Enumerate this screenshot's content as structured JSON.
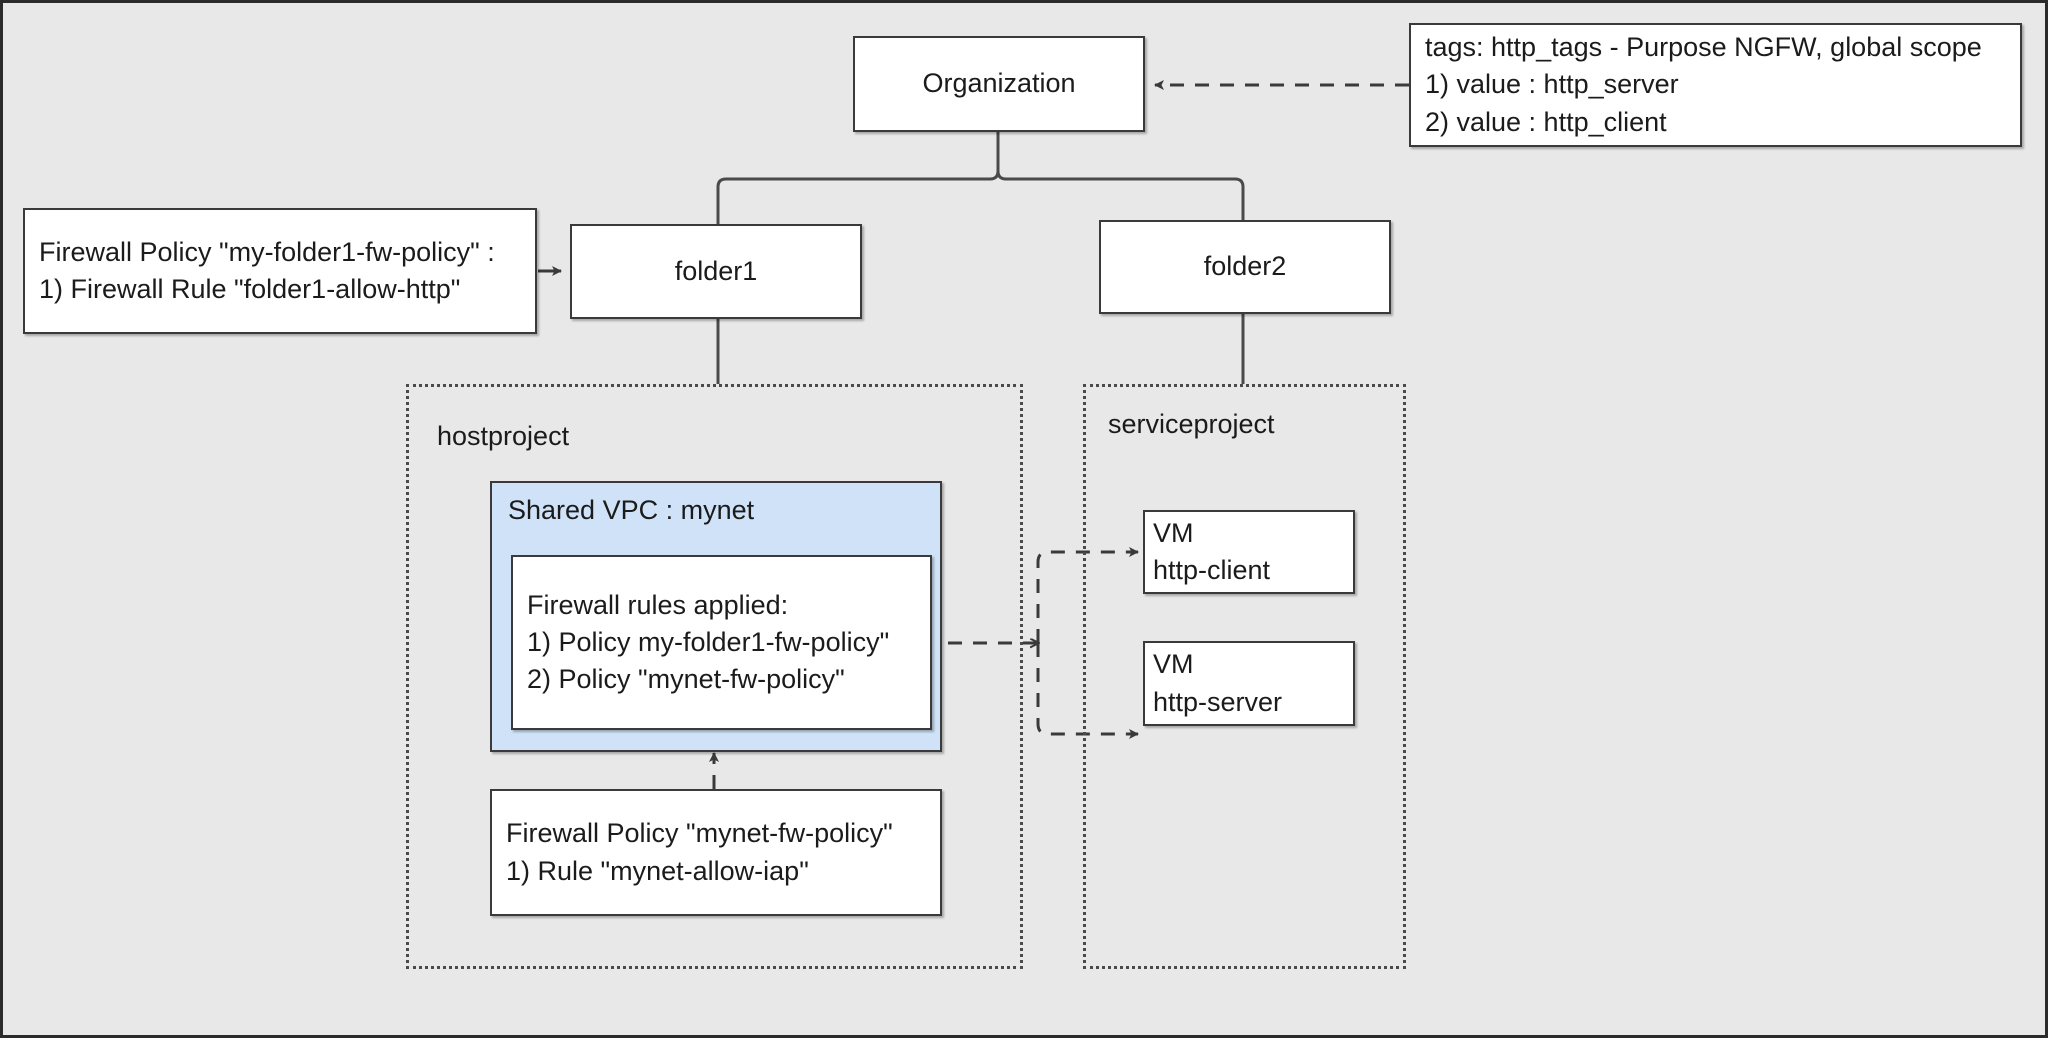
{
  "diagram": {
    "title": "GCP hierarchical firewall policy diagram",
    "background_color": "#e8e8e8",
    "vpc_color": "#cfe2f8",
    "border_color": "#3a3a3a"
  },
  "nodes": {
    "organization": {
      "label": "Organization"
    },
    "folder1": {
      "label": "folder1"
    },
    "folder2": {
      "label": "folder2"
    },
    "tags_note": {
      "line1": "tags: http_tags - Purpose NGFW, global scope",
      "line2": "1) value : http_server",
      "line3": "2) value : http_client"
    },
    "folder1_policy": {
      "line1": "Firewall Policy \"my-folder1-fw-policy\" :",
      "line2": "1) Firewall Rule \"folder1-allow-http\""
    },
    "hostproject": {
      "label": "hostproject"
    },
    "serviceproject": {
      "label": "serviceproject"
    },
    "shared_vpc": {
      "title": "Shared VPC : mynet"
    },
    "applied_rules": {
      "line1": "Firewall rules applied:",
      "line2": "1) Policy my-folder1-fw-policy\"",
      "line3": "2) Policy \"mynet-fw-policy\""
    },
    "mynet_policy": {
      "line1": "Firewall Policy \"mynet-fw-policy\"",
      "line2": "1) Rule \"mynet-allow-iap\""
    },
    "vm_http_client": {
      "line1": "VM",
      "line2": "http-client"
    },
    "vm_http_server": {
      "line1": "VM",
      "line2": "http-server"
    }
  }
}
